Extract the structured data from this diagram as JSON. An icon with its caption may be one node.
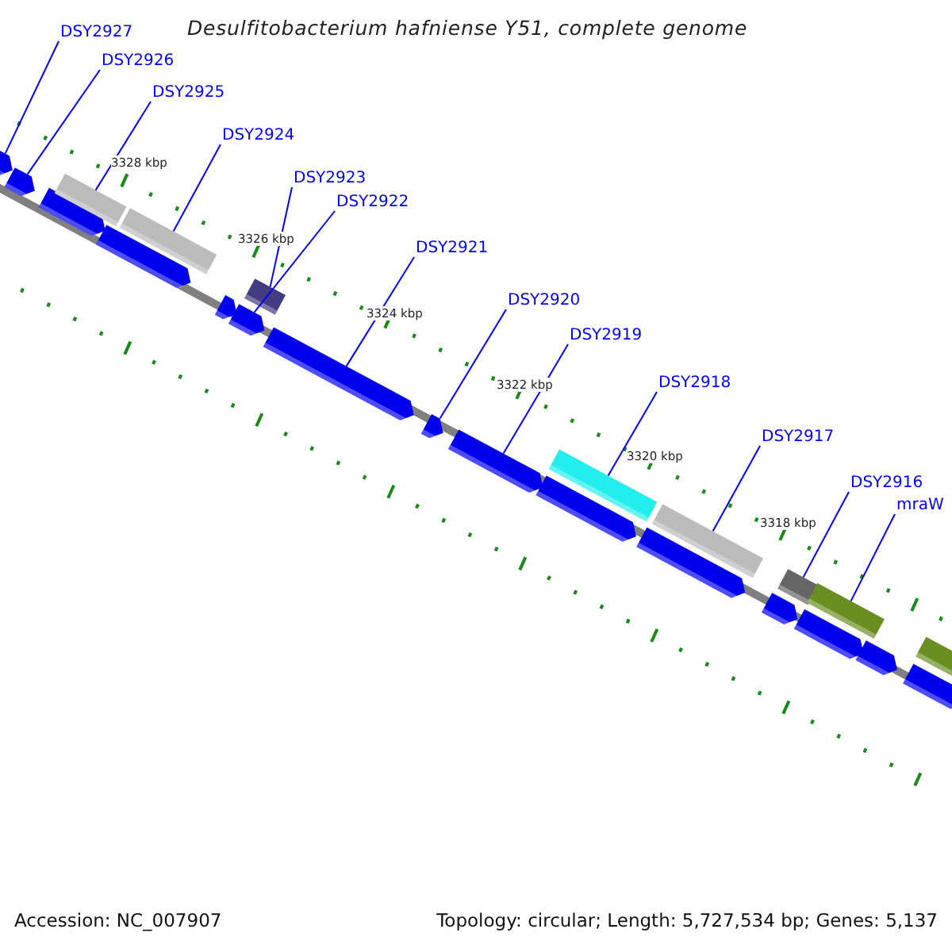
{
  "diagram": {
    "title": "Desulfitobacterium hafniense Y51, complete genome",
    "nodes": [
      {
        "text": [
          "DSY2927"
        ]
      },
      {
        "text": [
          "DSY2926"
        ]
      },
      {
        "text": [
          "DSY2925"
        ]
      },
      {
        "text": [
          "DSY2924"
        ]
      },
      {
        "text": [
          "DSY2923"
        ]
      },
      {
        "text": [
          "DSY2922"
        ]
      },
      {
        "text": [
          "DSY2921"
        ]
      },
      {
        "text": [
          "DSY2920"
        ]
      },
      {
        "text": [
          "DSY2919"
        ]
      },
      {
        "text": [
          "DSY2918"
        ]
      },
      {
        "text": [
          "DSY2917"
        ]
      },
      {
        "text": [
          "DSY2916"
        ]
      },
      {
        "text": [
          "mraW"
        ]
      },
      {
        "text": [],
        "shape": "arrow"
      },
      {
        "text": [],
        "shape": "arrow"
      },
      {
        "text": [],
        "shape": "arrow"
      },
      {
        "text": [],
        "shape": "bar"
      },
      {
        "text": [],
        "shape": "arrow"
      },
      {
        "text": [],
        "shape": "bar"
      },
      {
        "text": [],
        "shape": "arrow"
      },
      {
        "text": [],
        "shape": "arrow"
      },
      {
        "text": [],
        "shape": "bar"
      },
      {
        "text": [],
        "shape": "arrow"
      },
      {
        "text": [],
        "shape": "arrow"
      },
      {
        "text": [],
        "shape": "arrow"
      },
      {
        "text": [],
        "shape": "arrow"
      },
      {
        "text": [],
        "shape": "bar"
      },
      {
        "text": [],
        "shape": "arrow"
      },
      {
        "text": [],
        "shape": "bar"
      },
      {
        "text": [],
        "shape": "arrow"
      },
      {
        "text": [],
        "shape": "bar"
      },
      {
        "text": [],
        "shape": "arrow"
      },
      {
        "text": [],
        "shape": "bar"
      },
      {
        "text": [],
        "shape": "arrow"
      },
      {
        "text": [],
        "shape": "arrow"
      },
      {
        "text": [],
        "shape": "bar"
      }
    ],
    "edges": [
      {
        "from": 0,
        "to": 13,
        "arrow": "none"
      },
      {
        "from": 1,
        "to": 14,
        "arrow": "none"
      },
      {
        "from": 2,
        "to": 16,
        "arrow": "none"
      },
      {
        "from": 3,
        "to": 18,
        "arrow": "none"
      },
      {
        "from": 4,
        "to": 21,
        "arrow": "none"
      },
      {
        "from": 5,
        "to": 20,
        "arrow": "none"
      },
      {
        "from": 6,
        "to": 22,
        "arrow": "none"
      },
      {
        "from": 7,
        "to": 23,
        "arrow": "none"
      },
      {
        "from": 8,
        "to": 24,
        "arrow": "none"
      },
      {
        "from": 9,
        "to": 26,
        "arrow": "none"
      },
      {
        "from": 10,
        "to": 28,
        "arrow": "none"
      },
      {
        "from": 11,
        "to": 30,
        "arrow": "none"
      },
      {
        "from": 12,
        "to": 32,
        "arrow": "none"
      }
    ],
    "labels": [
      "3328 kbp",
      "3326 kbp",
      "3324 kbp",
      "3322 kbp",
      "3320 kbp",
      "3318 kbp",
      "Accession: NC_007907",
      "Topology: circular; Length: 5,727,534 bp; Genes: 5,137"
    ]
  }
}
